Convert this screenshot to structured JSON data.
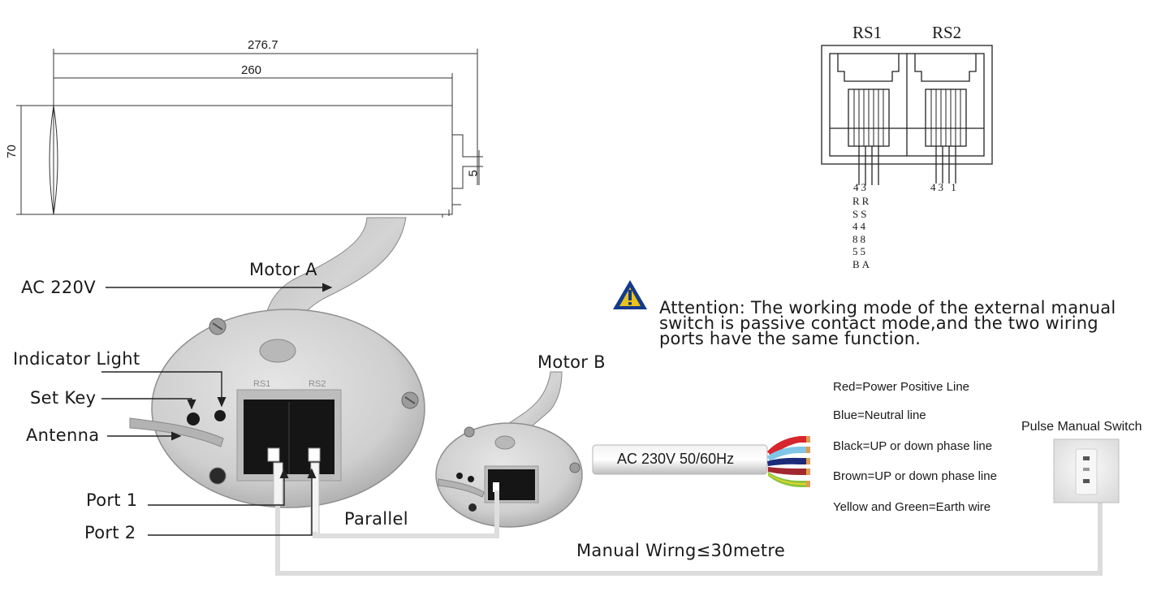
{
  "dimensions": {
    "overall_length": "276.7",
    "tube_length": "260",
    "height": "70",
    "end_offset": "5"
  },
  "port_header": {
    "left_label": "RS1",
    "right_label": "RS2",
    "left_pin_numbers": "43",
    "right_pin_numbers": "43 1",
    "left_pin_letters": [
      "RR",
      "SS",
      "44",
      "88",
      "55",
      "BA"
    ]
  },
  "labels": {
    "ac_220v": "AC 220V",
    "motor_a": "Motor A",
    "motor_b": "Motor B",
    "indicator_light": "Indicator  Light",
    "set_key": "Set Key",
    "antenna": "Antenna",
    "port_1": "Port 1",
    "port_2": "Port 2",
    "parallel": "Parallel",
    "manual_wiring": "Manual Wirng≤30metre",
    "cable": "AC 230V 50/60Hz",
    "pulse_switch": "Pulse Manual Switch",
    "panel_rs1": "RS1",
    "panel_rs2": "RS2"
  },
  "attention": {
    "lines": [
      "Attention: The working mode of the external manual",
      "switch is passive contact mode,and the two wiring",
      "ports have the same function."
    ]
  },
  "wire_legend": [
    {
      "text": "Red=Power Positive Line",
      "color": "#d7262e"
    },
    {
      "text": "Blue=Neutral line",
      "color": "#7fc6e8"
    },
    {
      "text": "Black=UP or down phase line",
      "color": "#1c2b7a"
    },
    {
      "text": "Brown=UP or down phase line",
      "color": "#a0282e"
    },
    {
      "text": "Yellow and Green=Earth wire",
      "color": "#e7d52a"
    }
  ],
  "colors": {
    "warning": "#143a8c",
    "housing": "#c9c9c9",
    "port_body": "#1a1a1a"
  }
}
